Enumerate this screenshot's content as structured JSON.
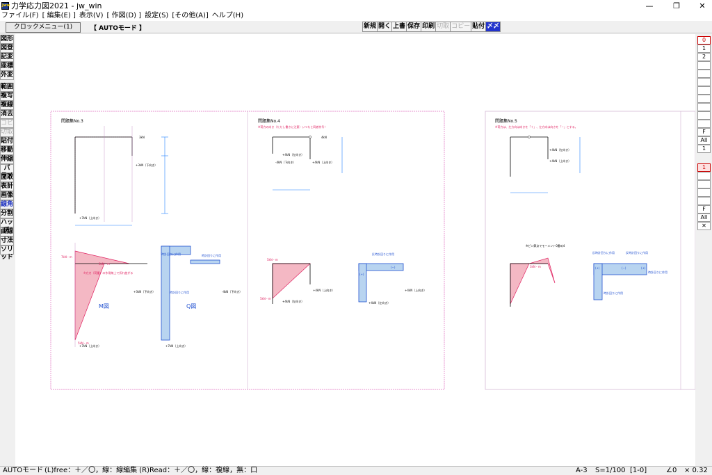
{
  "window": {
    "title": "力学応力図2021 - jw_win",
    "icon_text": "Jww",
    "controls": {
      "minimize": "—",
      "maximize": "❐",
      "close": "✕"
    }
  },
  "menu": [
    "ファイル(F)",
    "[ 編集(E) ]",
    "表示(V)",
    "[ 作図(D) ]",
    "設定(S)",
    "[その他(A)]",
    "ヘルプ(H)"
  ],
  "toolbar": {
    "clock_menu": "クロックメニュー(1)",
    "mode": "【  AUTOモード  】",
    "buttons": [
      {
        "label": "新規",
        "state": "normal"
      },
      {
        "label": "開く",
        "state": "normal"
      },
      {
        "label": "上書",
        "state": "normal"
      },
      {
        "label": "保存",
        "state": "normal"
      },
      {
        "label": "印刷",
        "state": "normal"
      },
      {
        "label": "切取",
        "state": "disabled"
      },
      {
        "label": "コピー",
        "state": "disabled"
      },
      {
        "label": "貼付",
        "state": "normal"
      },
      {
        "label": "〆〆",
        "state": "active"
      }
    ]
  },
  "left_tools": [
    "図形",
    "図登",
    "記変",
    "座標",
    "外変",
    "",
    "範囲",
    "複写",
    "複線",
    "消去",
    "コピー",
    "切取",
    "貼付",
    "移動",
    "伸縮",
    "パラメ",
    "面取",
    "表計",
    "画像",
    "線角",
    "分割",
    "ハッチ",
    "曲線",
    "寸法",
    "ソリッド"
  ],
  "right_panel": {
    "layer_group_top": [
      "0",
      "1",
      "2"
    ],
    "f1": "F",
    "all1": "All",
    "num1": "1",
    "layer_group_mid": "1",
    "f2": "F",
    "all2": "All",
    "x2": "✕"
  },
  "drawing": {
    "panel1": {
      "title": "問題集No.3",
      "moment_label": "M図",
      "shear_label": "Q図",
      "note": "※方力（荷重）の作用線上で折れ曲がる"
    },
    "panel2": {
      "title": "問題集No.4",
      "note": "※荷力の向き（ただし書きに注意）いつもと同者符号！"
    },
    "panel3": {
      "title": "問題集No.5",
      "note": "※荷力は、左方向は向きを「＋」、左方向は向きを「−」とする。",
      "pin_note": "※ピン節点でモーメント0番め4"
    },
    "annotations": {
      "clockwise": "時計回りに作用",
      "counter_clockwise": "反時計回りに作用",
      "down_label": "+3kN（下向き）",
      "up_label": "+7kN（上向き）",
      "up_label2": "+4kN（上向き）",
      "left_label": "+4kN（左向き）",
      "down_label2": "-4kN（下向き）",
      "kn": "3kN",
      "kn2": "5kN",
      "kn3": "4kN",
      "moment_val": "3kN・m",
      "moment_val2": "7kN・m",
      "moment_val3": "5kN・m",
      "plus": "(+)",
      "minus": "(−)"
    }
  },
  "status": {
    "mode": "AUTOモード",
    "hint": "(L)free：＋／〇，線：線編集 (R)Read：＋／〇，線：複線，無：口",
    "paper": "A-3",
    "scale": "S=1/100",
    "layer": "[1-0]",
    "angle": "∠0",
    "zoom": "× 0.32"
  }
}
